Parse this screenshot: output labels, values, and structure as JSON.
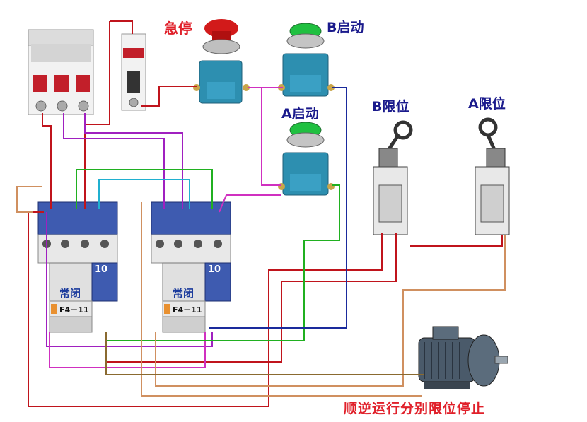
{
  "labels": {
    "emergency_stop": "急停",
    "start_b": "B启动",
    "start_a": "A启动",
    "limit_b": "B限位",
    "limit_a": "A限位",
    "contactor_num": "10",
    "aux_normally_closed": "常闭",
    "aux_model": "F4－11",
    "title": "顺逆运行分别限位停止"
  },
  "colors": {
    "red_wire": "#c0141c",
    "purple_wire": "#a020c0",
    "magenta_wire": "#d030c0",
    "green_wire": "#20b020",
    "cyan_wire": "#20b0d0",
    "blue_wire": "#1a2a9c",
    "orange_wire": "#d09060",
    "contactor_blue": "#3e5bb0",
    "button_body": "#2d8fb0"
  }
}
